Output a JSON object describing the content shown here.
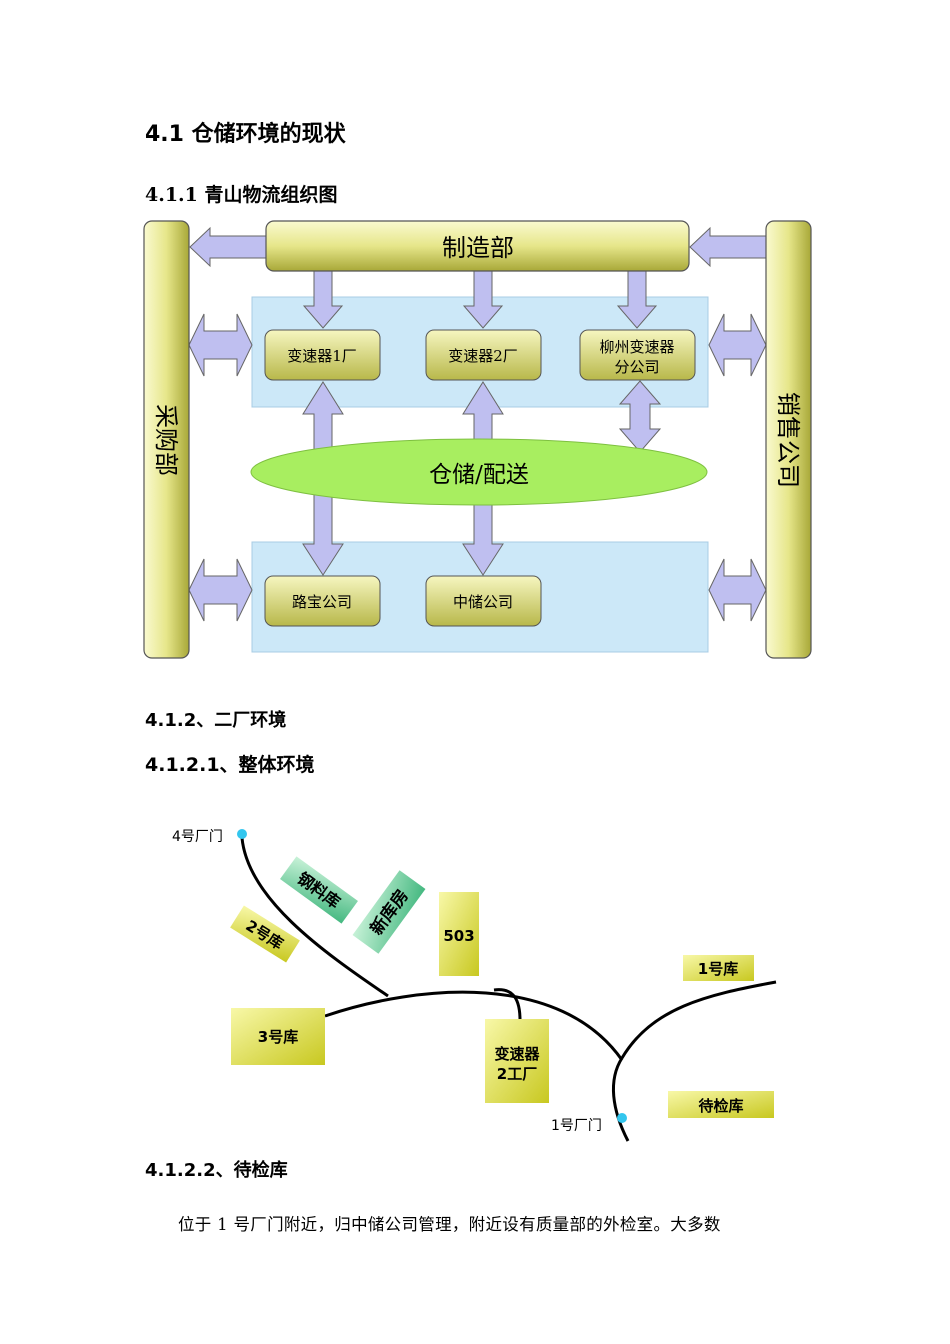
{
  "headings": {
    "h1": "4.1 仓储环境的现状",
    "h2": "4.1.1 青山物流组织图",
    "h3": "4.1.2、二厂环境",
    "h4": "4.1.2.1、整体环境",
    "h5": "4.1.2.2、待检库"
  },
  "paragraph": "位于 1 号厂门附近，归中储公司管理，附近设有质量部的外检室。大多数",
  "org_chart": {
    "manufacturing": "制造部",
    "purchasing": "采购部",
    "sales": "销售公司",
    "plant1": "变速器1厂",
    "plant2": "变速器2厂",
    "liuzhou_line1": "柳州变速器",
    "liuzhou_line2": "分公司",
    "warehouse": "仓储/配送",
    "lubao": "路宝公司",
    "zhongchu": "中储公司"
  },
  "site_map": {
    "gate4": "4号厂门",
    "gate1": "1号厂门",
    "steel": "钢料库",
    "newwarehouse": "新库房",
    "b503": "503",
    "wh2": "2号库",
    "wh3": "3号库",
    "wh1": "1号库",
    "plant2_line1": "变速器",
    "plant2_line2": "2工厂",
    "inspection": "待检库"
  },
  "colors": {
    "olive_bar": "#f0f0a0",
    "olive_dark": "#99992a",
    "panel_blue": "#cce8f8",
    "arrow_fill": "#bfbff0",
    "ellipse_green": "#a8ee60",
    "teal_box": "#6fd4a0",
    "yellow_box": "#e8e840",
    "gate_dot": "#33c6ee"
  }
}
